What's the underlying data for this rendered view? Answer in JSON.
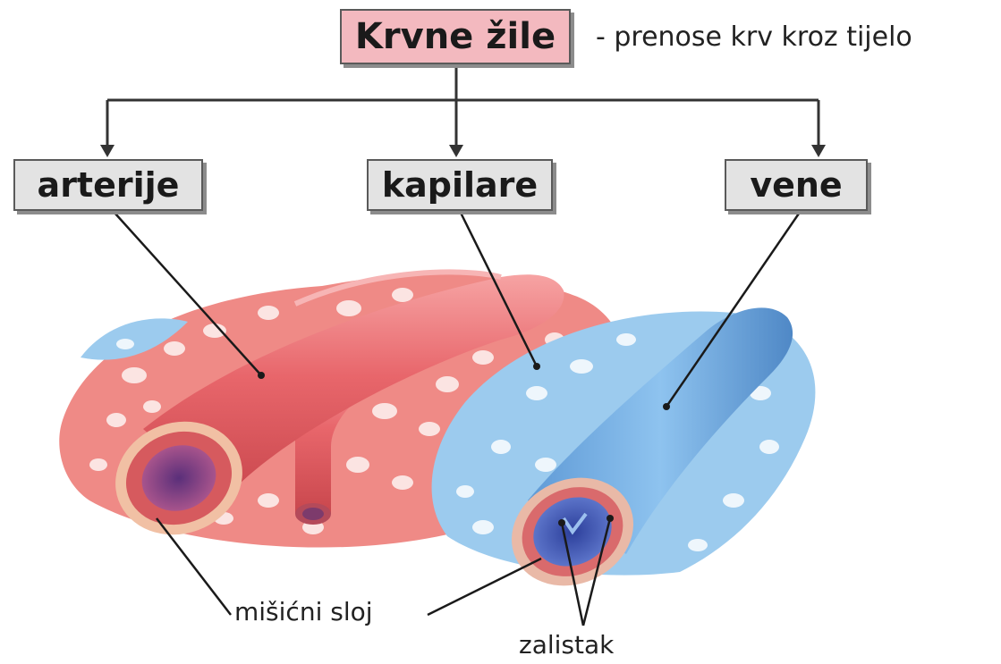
{
  "diagram": {
    "title": "Krvne žile",
    "subtitle": "- prenose krv kroz tijelo",
    "categories": [
      "arterije",
      "kapilare",
      "vene"
    ],
    "labels": {
      "muscle_layer": "mišićni sloj",
      "valve": "zalistak"
    }
  },
  "colors": {
    "title_box": "#f3b9bf",
    "category_box": "#e3e3e3",
    "artery": "#e8666b",
    "vein": "#7fb6e6",
    "capillary_red": "#ef8a86",
    "capillary_blue": "#9ccbee"
  }
}
